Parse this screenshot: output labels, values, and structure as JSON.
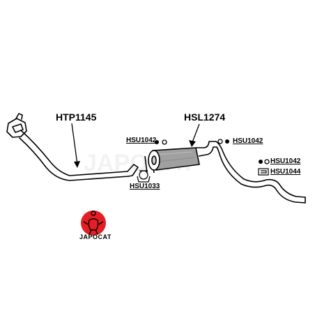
{
  "parts": {
    "front_pipe": "HTP1145",
    "silencer": "HSL1274",
    "clamp": "HSU1033",
    "rubber_left": "HSU1042",
    "rubber_right": "HSU1042",
    "rubber_rear": "HSU1042",
    "bracket_rear": "HSU1044"
  },
  "logo": {
    "text": "JAPOCAT",
    "color": "#e31e24"
  },
  "watermark": {
    "text": "JAPOCAT"
  }
}
